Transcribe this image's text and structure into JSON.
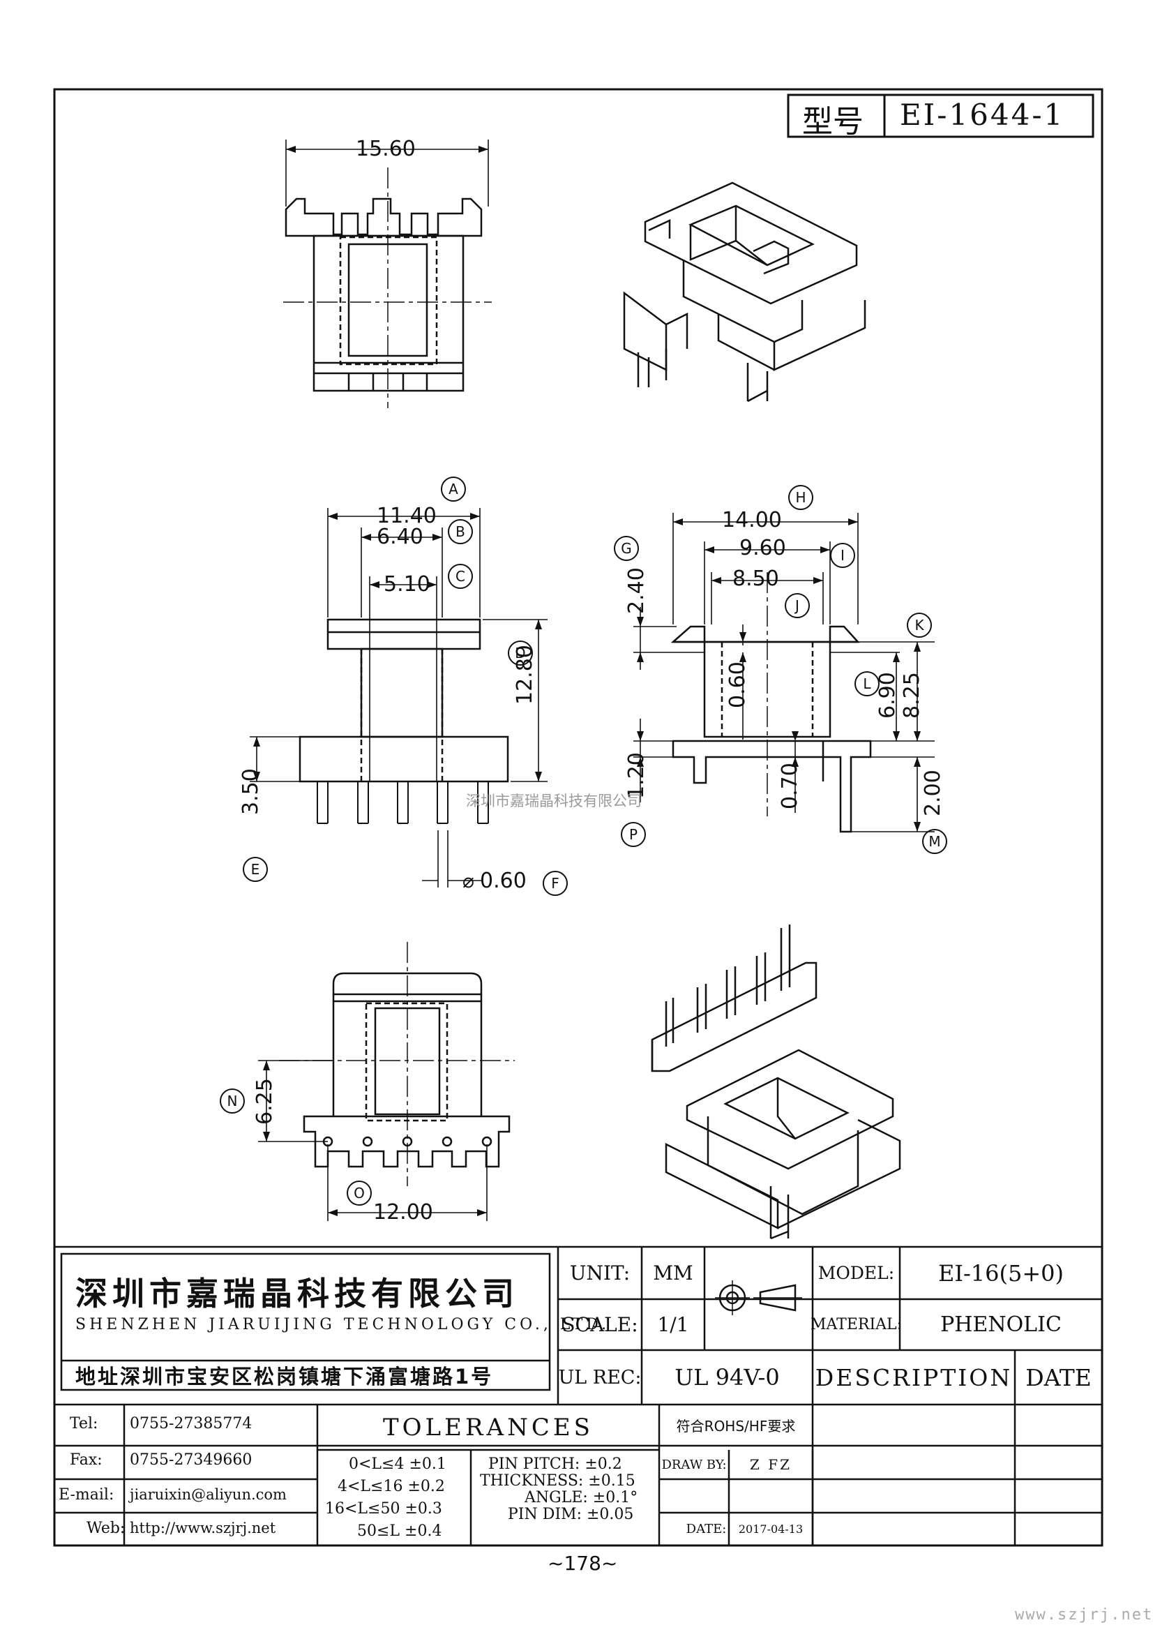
{
  "title_block": {
    "model_label": "型号",
    "model_code": "EI-1644-1"
  },
  "dimensions": {
    "top_width": "15.60",
    "a": "11.40",
    "b": "6.40",
    "c": "5.10",
    "d": "12.80",
    "e": "3.50",
    "f": "0.60",
    "h": "14.00",
    "i": "9.60",
    "j": "8.50",
    "g": "2.40",
    "v060": "0.60",
    "l": "6.90",
    "k": "8.25",
    "p": "1.20",
    "v070": "0.70",
    "m": "2.00",
    "n": "6.25",
    "o": "12.00"
  },
  "labels": {
    "A": "A",
    "B": "B",
    "C": "C",
    "D": "D",
    "E": "E",
    "F": "F",
    "G": "G",
    "H": "H",
    "I": "I",
    "J": "J",
    "K": "K",
    "L": "L",
    "M": "M",
    "N": "N",
    "P": "P",
    "O": "O"
  },
  "watermark": "深圳市嘉瑞晶科技有限公司",
  "company": {
    "name_cn": "深圳市嘉瑞晶科技有限公司",
    "name_en": "SHENZHEN JIARUIJING TECHNOLOGY CO., LTD.",
    "address": "地址深圳市宝安区松岗镇塘下涌富塘路1号"
  },
  "specs": {
    "unit_label": "UNIT:",
    "unit_value": "MM",
    "scale_label": "SCALE:",
    "scale_value": "1/1",
    "model_label": "MODEL:",
    "model_value": "EI-16(5+0)",
    "material_label": "MATERIAL:",
    "material_value": "PHENOLIC",
    "ul_label": "UL REC:",
    "ul_value": "UL 94V-0",
    "description_label": "DESCRIPTION",
    "date_label": "DATE"
  },
  "contact": {
    "tel_label": "Tel:",
    "tel": "0755-27385774",
    "fax_label": "Fax:",
    "fax": "0755-27349660",
    "email_label": "E-mail:",
    "email": "jiaruixin@aliyun.com",
    "web_label": "Web:",
    "web": "http://www.szjrj.net"
  },
  "tolerances": {
    "title": "TOLERANCES",
    "rows": [
      "0<L≤4 ±0.1",
      "4<L≤16 ±0.2",
      "16<L≤50 ±0.3",
      "50≤L ±0.4"
    ],
    "pin": [
      "PIN PITCH: ±0.2",
      "THICKNESS: ±0.15",
      "ANGLE: ±0.1°",
      "PIN DIM: ±0.05"
    ]
  },
  "compliance": "符合ROHS/HF要求",
  "draw": {
    "draw_by_label": "DRAW BY:",
    "draw_by": "Z FZ",
    "date_label": "DATE:",
    "date": "2017-04-13"
  },
  "page_number": "~178~",
  "footer_url": "www.szjrj.net"
}
